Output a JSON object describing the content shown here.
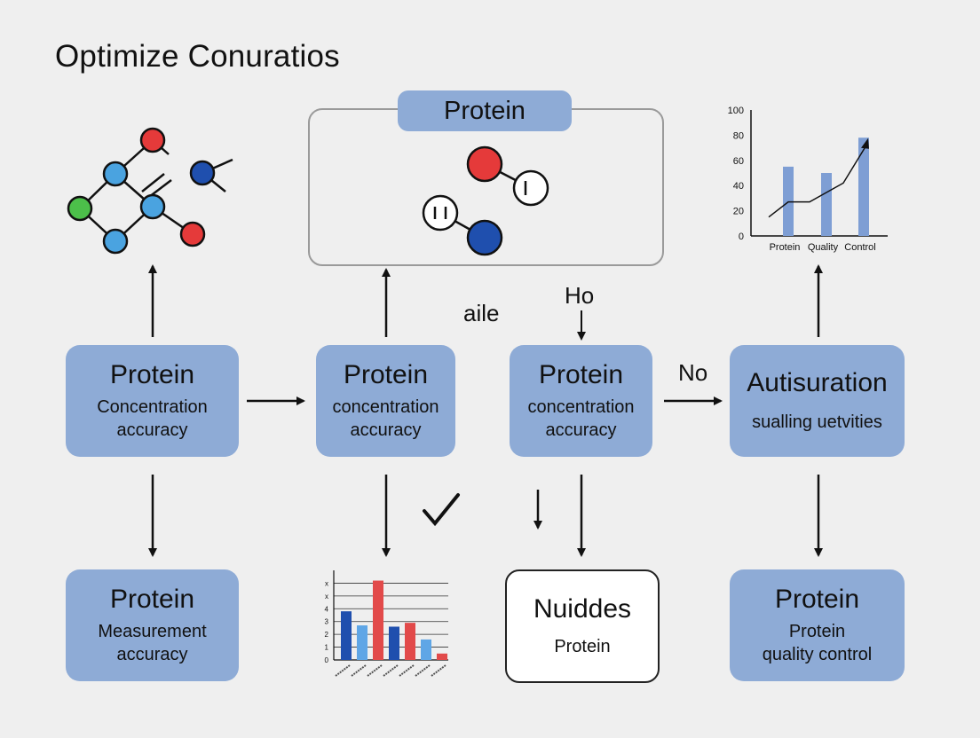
{
  "title": "Optimize Conuratios",
  "top_label": "Protein",
  "flow_labels": {
    "aile": "aile",
    "ho": "Ho",
    "no": "No"
  },
  "row1": [
    {
      "heading": "Protein",
      "sub": "Concentration\naccuracy"
    },
    {
      "heading": "Protein",
      "sub": "concentration\naccuracy"
    },
    {
      "heading": "Protein",
      "sub": "concentration\naccuracy"
    },
    {
      "heading": "Autisuration",
      "sub": "sualling uetvities"
    }
  ],
  "row2": [
    {
      "heading": "Protein",
      "sub": "Measurement\naccuracy"
    },
    {
      "heading": "Nuiddes",
      "sub": "Protein"
    },
    {
      "heading": "Protein",
      "sub": "Protein\nquality control"
    }
  ],
  "colors": {
    "box": "#8eabd6",
    "red": "#e53a3a",
    "blue_light": "#4aa3e0",
    "blue_dark": "#1f4fae",
    "green": "#4cbf4a",
    "bar": "#7e9ed4"
  },
  "chart_data": [
    {
      "type": "bar",
      "categories": [
        "Protein",
        "Quality",
        "Control"
      ],
      "values": [
        55,
        50,
        78
      ],
      "trend": [
        15,
        27,
        27,
        42,
        72
      ],
      "ylim": [
        0,
        100
      ],
      "yticks": [
        "0",
        "20",
        "40",
        "60",
        "80",
        "100"
      ],
      "xlabel": "",
      "ylabel": "",
      "title": ""
    },
    {
      "type": "bar",
      "yticks": [
        "0",
        "1",
        "2",
        "3",
        "4",
        "x",
        "x"
      ],
      "values": [
        3.8,
        2.7,
        6.2,
        2.6,
        2.9,
        1.6,
        0.5
      ],
      "colors": [
        "#1f4fae",
        "#5fa6e6",
        "#e24a4a",
        "#1f4fae",
        "#e24a4a",
        "#5fa6e6",
        "#e24a4a"
      ]
    }
  ]
}
